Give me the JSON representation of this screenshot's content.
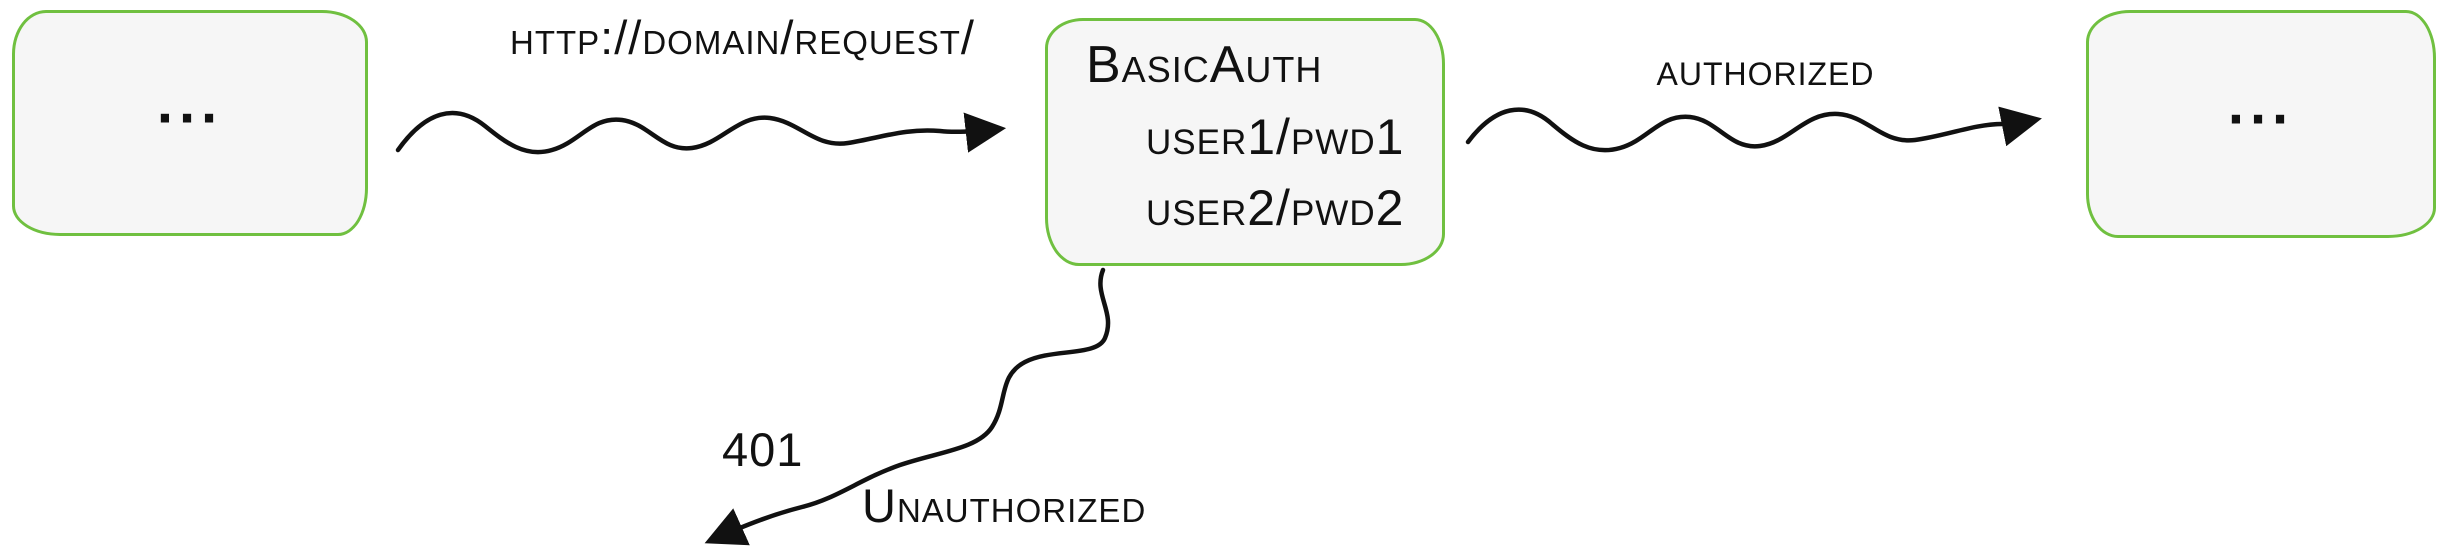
{
  "diagram": {
    "left_node": {
      "label": "..."
    },
    "auth_node": {
      "title": "BasicAuth",
      "credentials": [
        "user1/pwd1",
        "user2/pwd2"
      ]
    },
    "right_node": {
      "label": "..."
    },
    "edges": {
      "request": {
        "label": "http://domain/request/"
      },
      "authorized": {
        "label": "authorized"
      },
      "unauthorized": {
        "status_code": "401",
        "label": "Unauthorized"
      }
    },
    "colors": {
      "node_stroke": "#70c040",
      "node_fill": "#f6f6f6",
      "ink": "#111111"
    }
  }
}
